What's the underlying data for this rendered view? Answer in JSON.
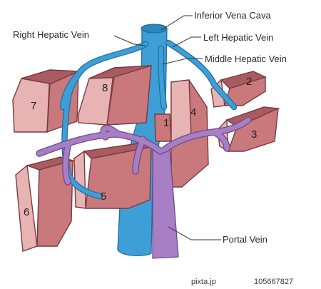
{
  "labels": {
    "ivc": "Inferior Vena Cava",
    "right_hv": "Right Hepatic Vein",
    "left_hv": "Left Hepatic Vein",
    "middle_hv": "Middle Hepatic Vein",
    "portal": "Portal Vein"
  },
  "segments": [
    "1",
    "2",
    "3",
    "4",
    "5",
    "6",
    "7",
    "8"
  ],
  "watermark": {
    "site": "pixta.jp",
    "stock_id": "105667827"
  },
  "colors": {
    "hepatic_vein": "#3e9fd6",
    "portal_vein": "#a87ec4",
    "liver_segment": "#c9787b"
  }
}
